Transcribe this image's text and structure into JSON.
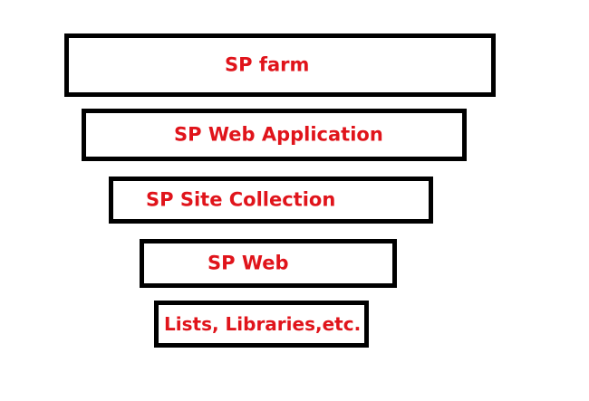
{
  "diagram": {
    "text_color": "#e0141b",
    "border_color": "#000000",
    "levels": [
      {
        "label": "SP farm"
      },
      {
        "label": "SP Web Application"
      },
      {
        "label": "SP Site Collection"
      },
      {
        "label": "SP Web"
      },
      {
        "label": "Lists, Libraries,etc."
      }
    ]
  }
}
